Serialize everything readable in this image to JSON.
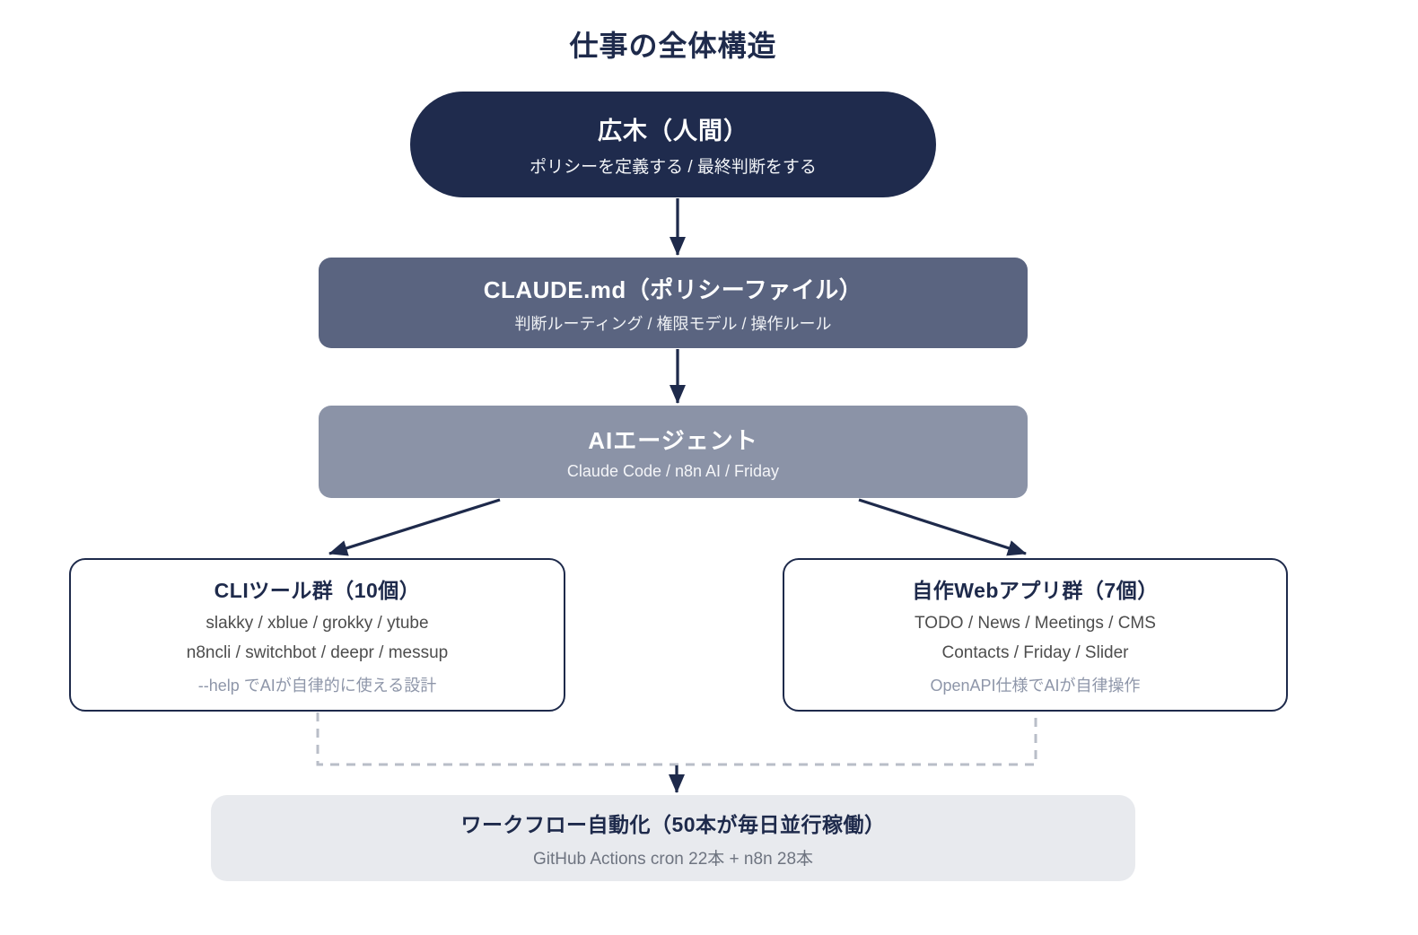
{
  "theme": {
    "navy": "#1e2a4b",
    "node-human-bg": "#1f2b4d",
    "node-policy-bg": "#5a6480",
    "node-agent-bg": "#8b93a7",
    "box-border": "#1e2a4b",
    "list-text": "#4d4d4d",
    "faint-text": "#8e96a9",
    "bottom-bg": "#e8eaee",
    "bottom-subtitle": "#6e7480",
    "dashed": "#b9bec8",
    "white": "#ffffff"
  },
  "title": "仕事の全体構造",
  "nodes": {
    "human": {
      "title": "広木（人間）",
      "subtitle": "ポリシーを定義する / 最終判断をする"
    },
    "policy": {
      "title": "CLAUDE.md（ポリシーファイル）",
      "subtitle": "判断ルーティング / 権限モデル / 操作ルール"
    },
    "agent": {
      "title": "AIエージェント",
      "subtitle": "Claude Code / n8n AI / Friday"
    },
    "cli": {
      "title": "CLIツール群（10個）",
      "line1": "slakky / xblue / grokky / ytube",
      "line2": "n8ncli / switchbot / deepr / messup",
      "note": "--help でAIが自律的に使える設計"
    },
    "web": {
      "title": "自作Webアプリ群（7個）",
      "line1": "TODO / News / Meetings / CMS",
      "line2": "Contacts / Friday / Slider",
      "note": "OpenAPI仕様でAIが自律操作"
    },
    "workflow": {
      "title": "ワークフロー自動化（50本が毎日並行稼働）",
      "subtitle": "GitHub Actions cron 22本 + n8n 28本"
    }
  }
}
